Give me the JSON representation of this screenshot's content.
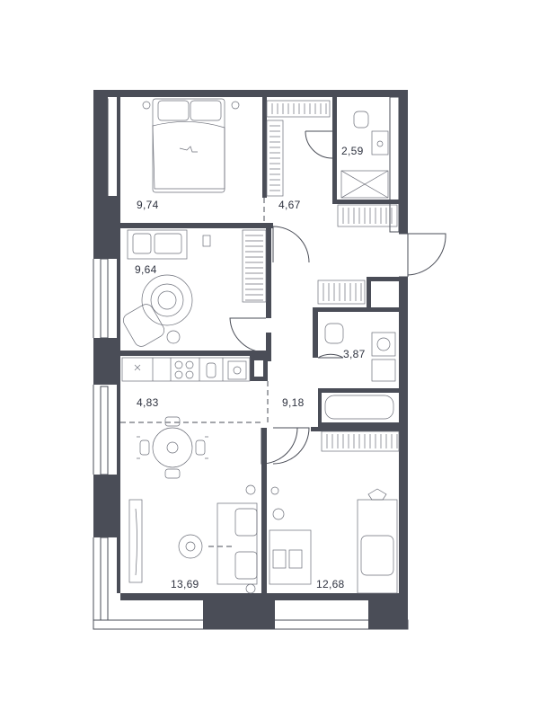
{
  "plan": {
    "wall_color": "#4a4d57",
    "background": "#ffffff",
    "rooms": [
      {
        "id": "bedroom-top",
        "area": "9,74"
      },
      {
        "id": "wardrobe",
        "area": "4,67"
      },
      {
        "id": "bathroom-top",
        "area": "2,59"
      },
      {
        "id": "bedroom-middle",
        "area": "9,64"
      },
      {
        "id": "bathroom-middle",
        "area": "3,87"
      },
      {
        "id": "kitchen",
        "area": "4,83"
      },
      {
        "id": "hallway",
        "area": "9,18"
      },
      {
        "id": "living-room",
        "area": "13,69"
      },
      {
        "id": "bedroom-bottom",
        "area": "12,68"
      }
    ]
  }
}
